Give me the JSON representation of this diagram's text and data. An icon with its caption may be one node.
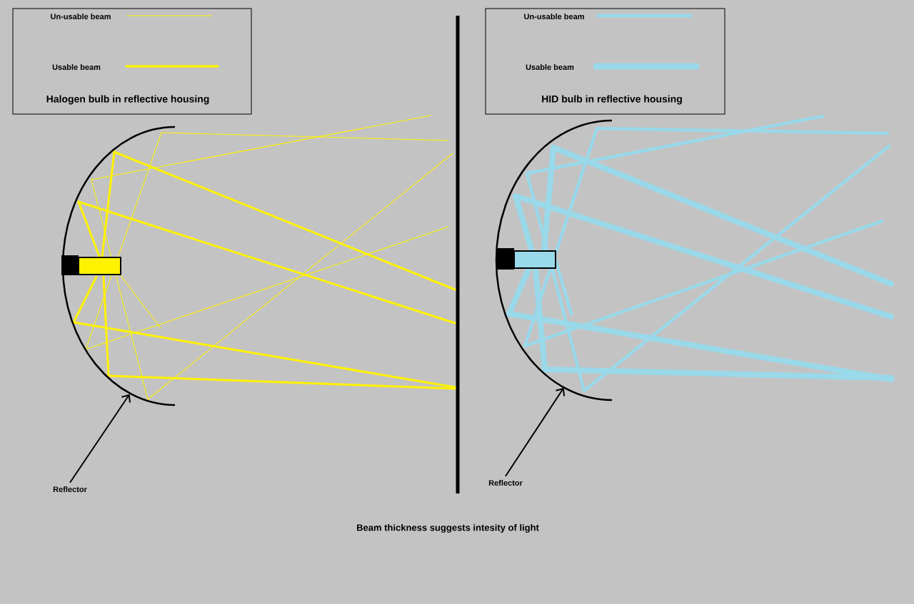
{
  "diagram": {
    "nodes": [
      {
        "text": [
          "Reflector"
        ]
      },
      {
        "text": [],
        "shape": "arc"
      },
      {
        "text": [
          "Reflector"
        ]
      },
      {
        "text": [],
        "shape": "arc"
      }
    ],
    "edges": [
      {
        "from": 0,
        "to": 1,
        "arrow": "to"
      },
      {
        "from": 2,
        "to": 3,
        "arrow": "to"
      }
    ],
    "labels": [
      "Halogen bulb in reflective housing",
      "HID bulb in reflective housing",
      "Beam thickness suggests intesity of light"
    ],
    "legend": [
      {
        "text": "Un-usable beam"
      },
      {
        "text": "Usable beam"
      },
      {
        "text": "Un-usable beam"
      },
      {
        "text": "Usable beam"
      }
    ]
  }
}
